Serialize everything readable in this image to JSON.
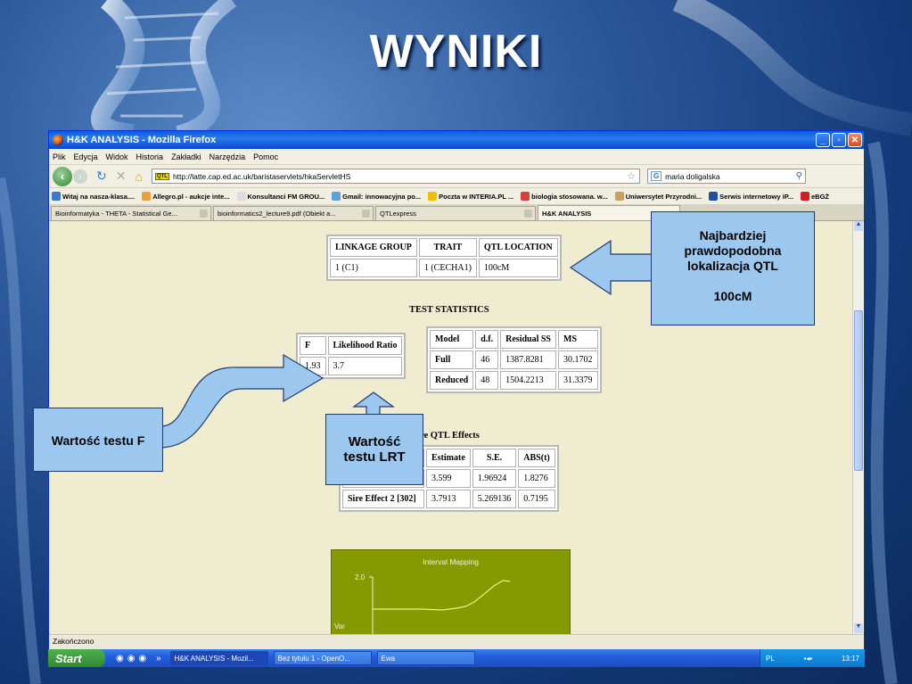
{
  "slide": {
    "title": "WYNIKI"
  },
  "window": {
    "title": "H&K ANALYSIS - Mozilla Firefox",
    "menu": [
      "Plik",
      "Edycja",
      "Widok",
      "Historia",
      "Zakładki",
      "Narzędzia",
      "Pomoc"
    ],
    "url": "http://latte.cap.ed.ac.uk/baristaservlets/hkaServletHS",
    "search_value": "maria doligalska",
    "bookmarks": [
      "Witaj na nasza-klasa....",
      "Allegro.pl - aukcje inte...",
      "Konsultanci FM GROU...",
      "Gmail: innowacyjna po...",
      "Poczta w INTERIA.PL ...",
      "biologia stosowana. w...",
      "Uniwersytet Przyrodni...",
      "Serwis internetowy iP...",
      "eBGŻ"
    ],
    "tabs": [
      "Bioinformatyka - THETA - Statistical Ge...",
      "bioinformatics2_lecture9.pdf (Obiekt a...",
      "QTLexpress",
      "H&K ANALYSIS"
    ],
    "status": "Zakończono"
  },
  "linkage_table": {
    "headers": [
      "LINKAGE GROUP",
      "TRAIT",
      "QTL LOCATION"
    ],
    "row": [
      "1 (C1)",
      "1 (CECHA1)",
      "100cM"
    ]
  },
  "test_statistics": {
    "heading": "TEST STATISTICS",
    "f_table": {
      "headers": [
        "F",
        "Likelihood Ratio"
      ],
      "row": [
        "1.93",
        "3.7"
      ]
    },
    "model_table": {
      "headers": [
        "Model",
        "d.f.",
        "Residual SS",
        "MS"
      ],
      "rows": [
        [
          "Full",
          "46",
          "1387.8281",
          "30.1702"
        ],
        [
          "Reduced",
          "48",
          "1504.2213",
          "31.3379"
        ]
      ]
    }
  },
  "effects": {
    "heading": "re QTL Effects",
    "headers": [
      "",
      "Estimate",
      "S.E.",
      "ABS(t)"
    ],
    "rows": [
      [
        "",
        "3.599",
        "1.96924",
        "1.8276"
      ],
      [
        "Sire Effect 2 [302]",
        "3.7913",
        "5.269136",
        "0.7195"
      ]
    ]
  },
  "plot": {
    "title": "Interval Mapping",
    "y_tick": "2.0",
    "y_label": "Var"
  },
  "callouts": {
    "qtl": [
      "Najbardziej",
      "prawdopodobna",
      "lokalizacja QTL",
      "",
      "100cM"
    ],
    "f": "Wartość testu F",
    "lrt": [
      "Wartość",
      "testu LRT"
    ]
  },
  "taskbar": {
    "start": "Start",
    "items": [
      "H&K ANALYSIS - Mozil...",
      "Bez tytułu 1 - OpenO...",
      "Ewa"
    ],
    "lang": "PL",
    "clock": "13:17"
  },
  "colors": {
    "accent": "#9cc8f0",
    "page_bg": "#efecd0",
    "plot_bg": "#849a00"
  }
}
